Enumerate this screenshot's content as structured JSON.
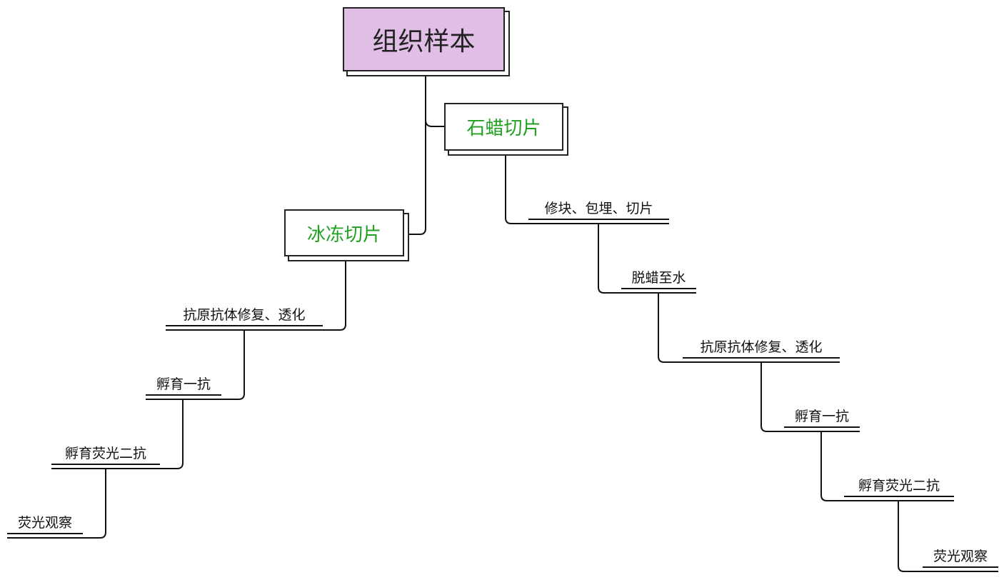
{
  "root": {
    "label": "组织样本"
  },
  "branches": {
    "paraffin": {
      "label": "石蜡切片",
      "steps": [
        "修块、包埋、切片",
        "脱蜡至水",
        "抗原抗体修复、透化",
        "孵育一抗",
        "孵育荧光二抗",
        "荧光观察"
      ]
    },
    "frozen": {
      "label": "冰冻切片",
      "steps": [
        "抗原抗体修复、透化",
        "孵育一抗",
        "孵育荧光二抗",
        "荧光观察"
      ]
    }
  },
  "colors": {
    "root_fill": "#e0bee6",
    "branch_text": "#22a022"
  }
}
